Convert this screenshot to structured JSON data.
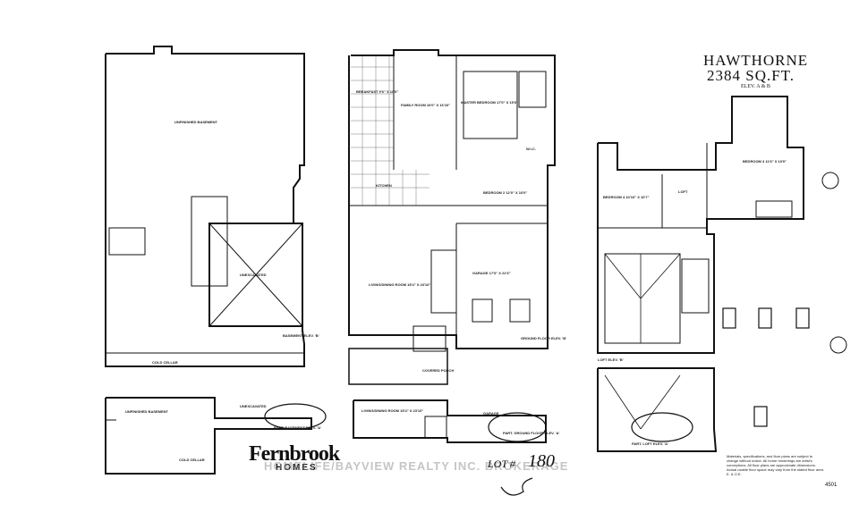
{
  "header": {
    "model_name": "HAWTHORNE",
    "area": "2384 SQ.FT.",
    "elevation": "ELEV. A & B"
  },
  "basement": {
    "unfinished_label": "UNFINISHED BASEMENT",
    "unexcavated_label": "UNEXCAVATED",
    "cold_cellar": "COLD CELLAR",
    "floor_label": "BASEMENT ELEV. 'B'",
    "alt_unfinished": "UNFINISHED BASEMENT",
    "alt_unexcavated": "UNEXCAVATED",
    "alt_cold_cellar": "COLD CELLAR",
    "alt_label": "PART. BASEMENT ELEV. 'A'"
  },
  "ground": {
    "breakfast": "BREAKFAST 9'6\" X 10'6\"",
    "family_room": "FAMILY ROOM 16'0\" X 16'10\"",
    "master_bedroom": "MASTER BEDROOM 17'0\" X 15'6\"",
    "kitchen": "KITCHEN",
    "bedroom2": "BEDROOM 2 12'0\" X 10'0\"",
    "living_dining": "LIVING/DINING ROOM 15'4\" X 23'10\"",
    "garage": "GARAGE 17'6\" X 21'6\"",
    "covered_porch": "COVERED PORCH",
    "wic": "W.I.C.",
    "floor_label": "GROUND FLOOR ELEV. 'B'",
    "alt_living": "LIVING/DINING ROOM 15'4\" X 23'10\"",
    "alt_garage": "GARAGE",
    "alt_label": "PART. GROUND FLOOR ELEV. 'A'"
  },
  "loft": {
    "bedroom3": "BEDROOM 3 11'6\" X 10'0\"",
    "bedroom4": "BEDROOM 4 10'10\" X 10'7\"",
    "loft": "LOFT",
    "floor_label": "LOFT ELEV. 'B'",
    "alt_label": "PART. LOFT ELEV. 'A'"
  },
  "brand": {
    "name": "Fernbrook",
    "sub": "HOMES"
  },
  "watermark": "HOMELIFE/BAYVIEW REALTY INC. BROKERAGE",
  "lot": {
    "label": "LOT #",
    "number": "180"
  },
  "notes": {
    "text": "Materials, specifications, and floor plans are subject to change without notice. All home renderings are artist's conceptions. All floor plans are approximate dimensions. Actual usable floor space may vary from the stated floor area. E. & O.E."
  },
  "page_number": "4501"
}
